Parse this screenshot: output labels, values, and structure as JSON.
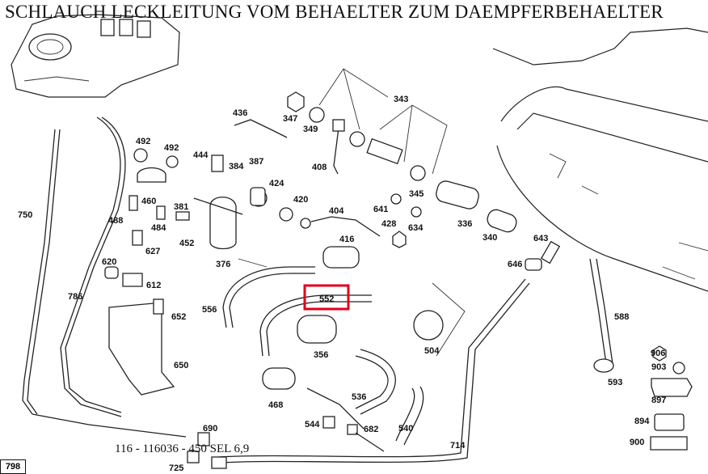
{
  "title": "SCHLAUCH LECKLEITUNG VOM BEHAELTER ZUM DAEMPFERBEHAELTER",
  "footer": "116 - 116036 - 450 SEL 6,9",
  "page_number": "798",
  "highlight": {
    "part": "552",
    "color": "#e0001b"
  },
  "parts": {
    "p343": "343",
    "p347": "347",
    "p349": "349",
    "p408": "408",
    "p436": "436",
    "p492a": "492",
    "p492b": "492",
    "p444": "444",
    "p384": "384",
    "p387": "387",
    "p424": "424",
    "p420": "420",
    "p404": "404",
    "p641": "641",
    "p428": "428",
    "p345": "345",
    "p336": "336",
    "p340": "340",
    "p634": "634",
    "p416": "416",
    "p643": "643",
    "p646": "646",
    "p460": "460",
    "p381": "381",
    "p488": "488",
    "p484": "484",
    "p452": "452",
    "p376": "376",
    "p627": "627",
    "p620": "620",
    "p612": "612",
    "p750": "750",
    "p786": "786",
    "p556": "556",
    "p552": "552",
    "p652": "652",
    "p356": "356",
    "p504": "504",
    "p588": "588",
    "p650": "650",
    "p468": "468",
    "p536": "536",
    "p906": "906",
    "p903": "903",
    "p593": "593",
    "p897": "897",
    "p544": "544",
    "p682": "682",
    "p540": "540",
    "p690": "690",
    "p894": "894",
    "p714": "714",
    "p900": "900",
    "p725": "725"
  }
}
